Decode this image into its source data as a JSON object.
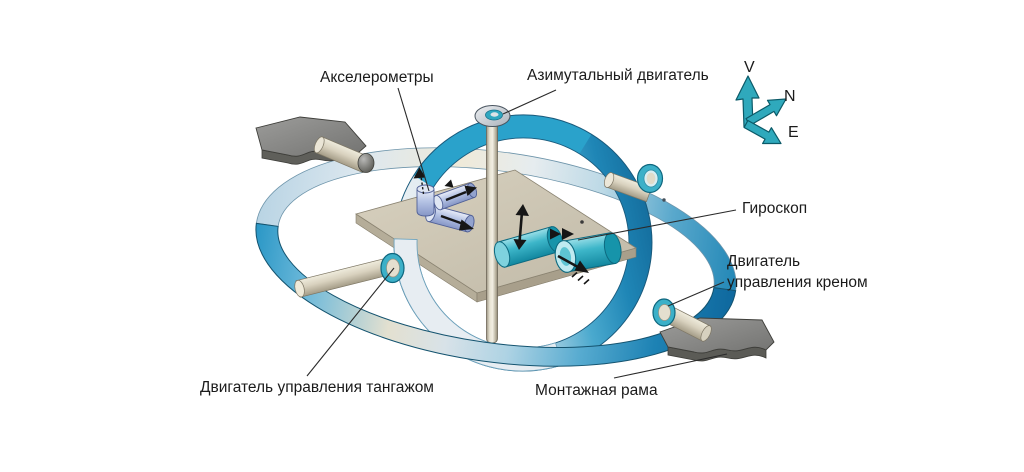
{
  "figure": {
    "background": "#ffffff",
    "labels": {
      "accelerometers": "Акселерометры",
      "azimuth_motor": "Азимутальный двигатель",
      "gyroscope": "Гироскоп",
      "roll_motor_line1": "Двигатель",
      "roll_motor_line2": "управления креном",
      "pitch_motor": "Двигатель управления тангажом",
      "mounting_frame": "Монтажная рама"
    },
    "axis_indicator": {
      "vertical": "V",
      "north": "N",
      "east": "E"
    },
    "colors": {
      "ring_blue": "#2196c8",
      "ring_deep_blue": "#0f689e",
      "ring_pale": "#e9eef3",
      "ring_cream": "#efead9",
      "axis_teal": "#2fa9bc",
      "gyro_teal": "#35b0c5",
      "accelerometer_blue": "#b4c2e4",
      "platform_tan": "#cdc6b4",
      "shaft_beige": "#ddd7c5",
      "bracket_gray": "#8f8f8d",
      "label_text": "#1b1b1b"
    }
  }
}
